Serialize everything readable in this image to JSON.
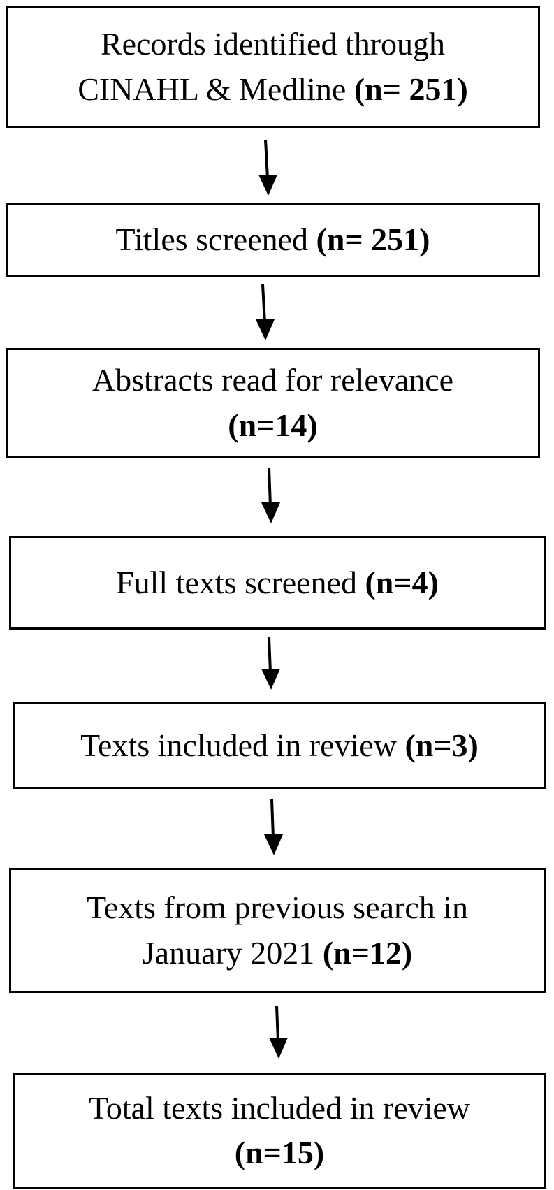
{
  "flow_steps": [
    {
      "label": "Records identified through CINAHL & Medline",
      "count": "(n= 251)"
    },
    {
      "label": "Titles screened",
      "count": "(n= 251)"
    },
    {
      "label": "Abstracts read for relevance",
      "count": "(n=14)"
    },
    {
      "label": "Full texts screened",
      "count": "(n=4)"
    },
    {
      "label": "Texts included in review",
      "count": "(n=3)"
    },
    {
      "label": "Texts from previous search in January 2021",
      "count": "(n=12)"
    },
    {
      "label": "Total texts included in review",
      "count": "(n=15)"
    }
  ]
}
